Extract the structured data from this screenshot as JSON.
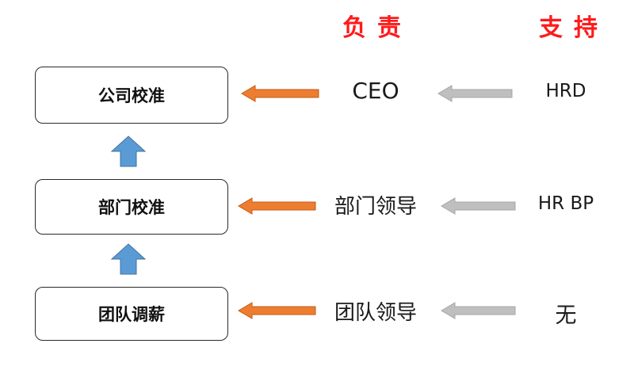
{
  "headers": {
    "responsible": "负责",
    "support": "支持"
  },
  "rows": [
    {
      "level": "公司校准",
      "responsible": "CEO",
      "support": "HRD"
    },
    {
      "level": "部门校准",
      "responsible": "部门领导",
      "support": "HR BP"
    },
    {
      "level": "团队调薪",
      "responsible": "团队领导",
      "support": "无"
    }
  ],
  "colors": {
    "header": "#ff1a1a",
    "responsible_arrow": "#ed7d31",
    "support_arrow": "#bfbfbf",
    "up_arrow": "#5b9bd5"
  }
}
